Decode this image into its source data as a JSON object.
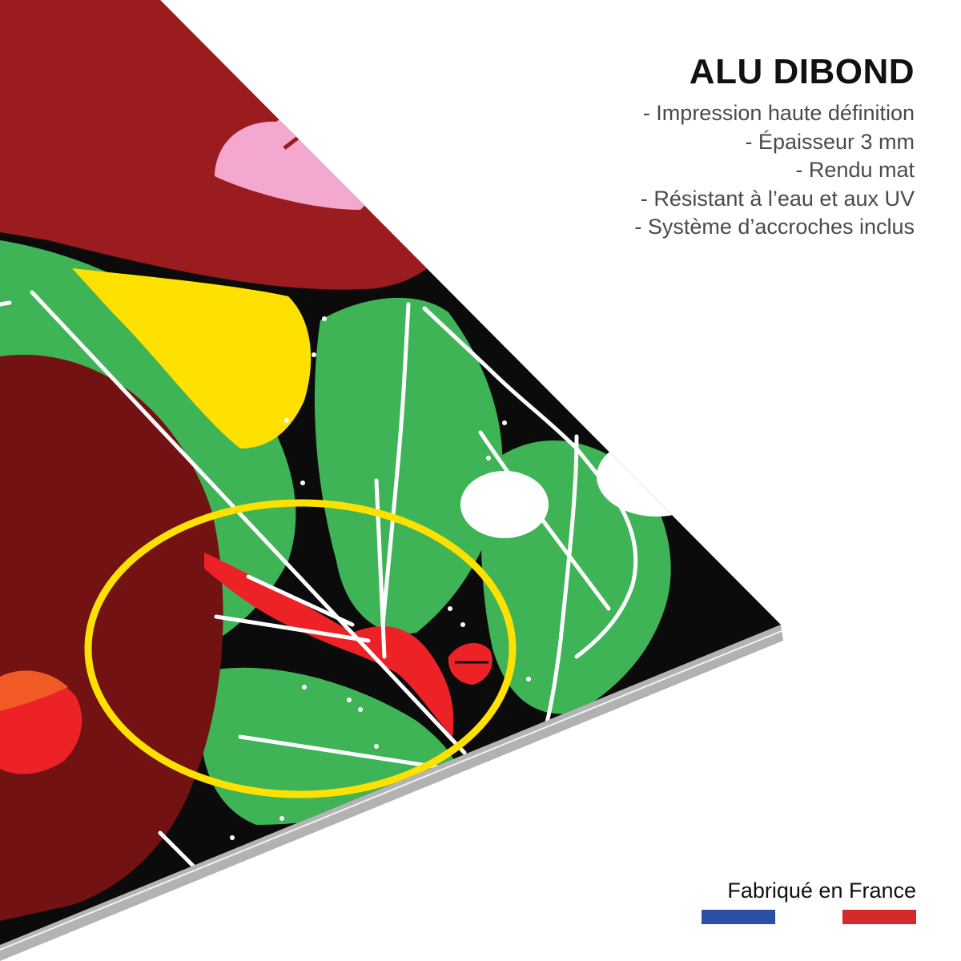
{
  "product": {
    "title": "ALU DIBOND",
    "features": [
      "- Impression haute définition",
      "- Épaisseur 3 mm",
      "- Rendu mat",
      "- Résistant à l’eau et aux UV",
      "- Système d’accroches inclus"
    ]
  },
  "origin": {
    "label": "Fabriqué en France",
    "flag_colors": {
      "blue": "#2a4fa3",
      "red": "#d42a2a"
    }
  },
  "artwork": {
    "description_colors": {
      "dark_red": "#9b1c1f",
      "maroon": "#731212",
      "green": "#3fb457",
      "yellow": "#ffe100",
      "black": "#0b0b0b",
      "pink": "#f4a8cf",
      "red": "#ec2227",
      "orange": "#f15a24",
      "white": "#ffffff"
    }
  }
}
